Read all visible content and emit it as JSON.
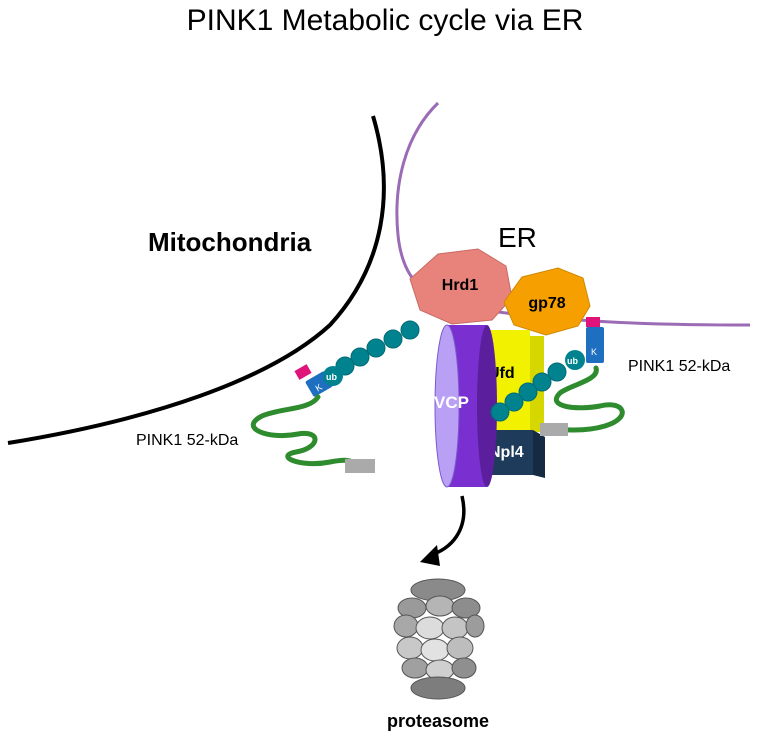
{
  "title": "PINK1 Metabolic cycle via ER",
  "labels": {
    "mitochondria": "Mitochondria",
    "er": "ER",
    "hrd1": "Hrd1",
    "gp78": "gp78",
    "ufd": "Ufd",
    "vcp": "VCP",
    "npl4": "Npl4",
    "pink1_left": "PINK1 52-kDa",
    "pink1_right": "PINK1 52-kDa",
    "proteasome": "proteasome",
    "ub": "ub",
    "k": "K"
  },
  "colors": {
    "mitochondria_membrane": "#000000",
    "er_membrane": "#9b6bb5",
    "hrd1": "#e8837c",
    "gp78": "#f5a000",
    "vcp": "#7a2fd0",
    "ufd": "#f2f200",
    "npl4": "#1f3b5c",
    "ubiquitin": "#00838f",
    "pink1_chain": "#2e8b2e",
    "k_box": "#1e6fc0",
    "tag_magenta": "#e0137a",
    "tail_grey": "#aaaaaa"
  }
}
